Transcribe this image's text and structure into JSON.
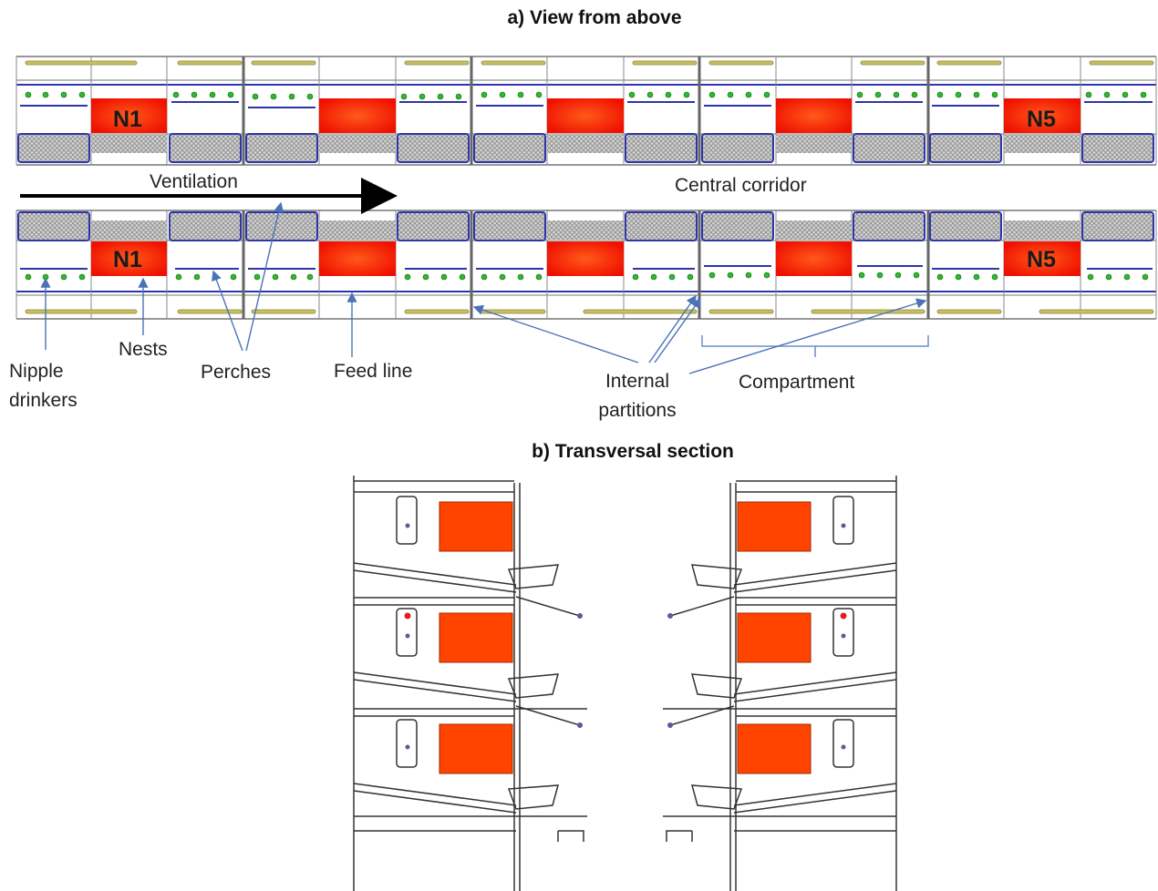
{
  "titles": {
    "view_from_above": "a) View from above",
    "transversal_section": "b) Transversal section"
  },
  "labels": {
    "ventilation": "Ventilation",
    "central_corridor": "Central corridor",
    "nests": "Nests",
    "nipple_drinkers_line1": "Nipple",
    "nipple_drinkers_line2": "drinkers",
    "perches": "Perches",
    "feed_line": "Feed line",
    "internal_partitions_line1": "Internal",
    "internal_partitions_line2": "partitions",
    "compartment": "Compartment"
  },
  "nest_labels": {
    "top_first": "N1",
    "top_last": "N5",
    "bottom_first": "N1",
    "bottom_last": "N5"
  },
  "colors": {
    "outline_blue": "#2e35a8",
    "nest_red": "#ff2200",
    "nest_orange": "#ff4400",
    "perch_green": "#2eb82e",
    "feed_olive": "#c8c060",
    "arrow_blue": "#4a73b8",
    "grid_gray": "#909090"
  }
}
